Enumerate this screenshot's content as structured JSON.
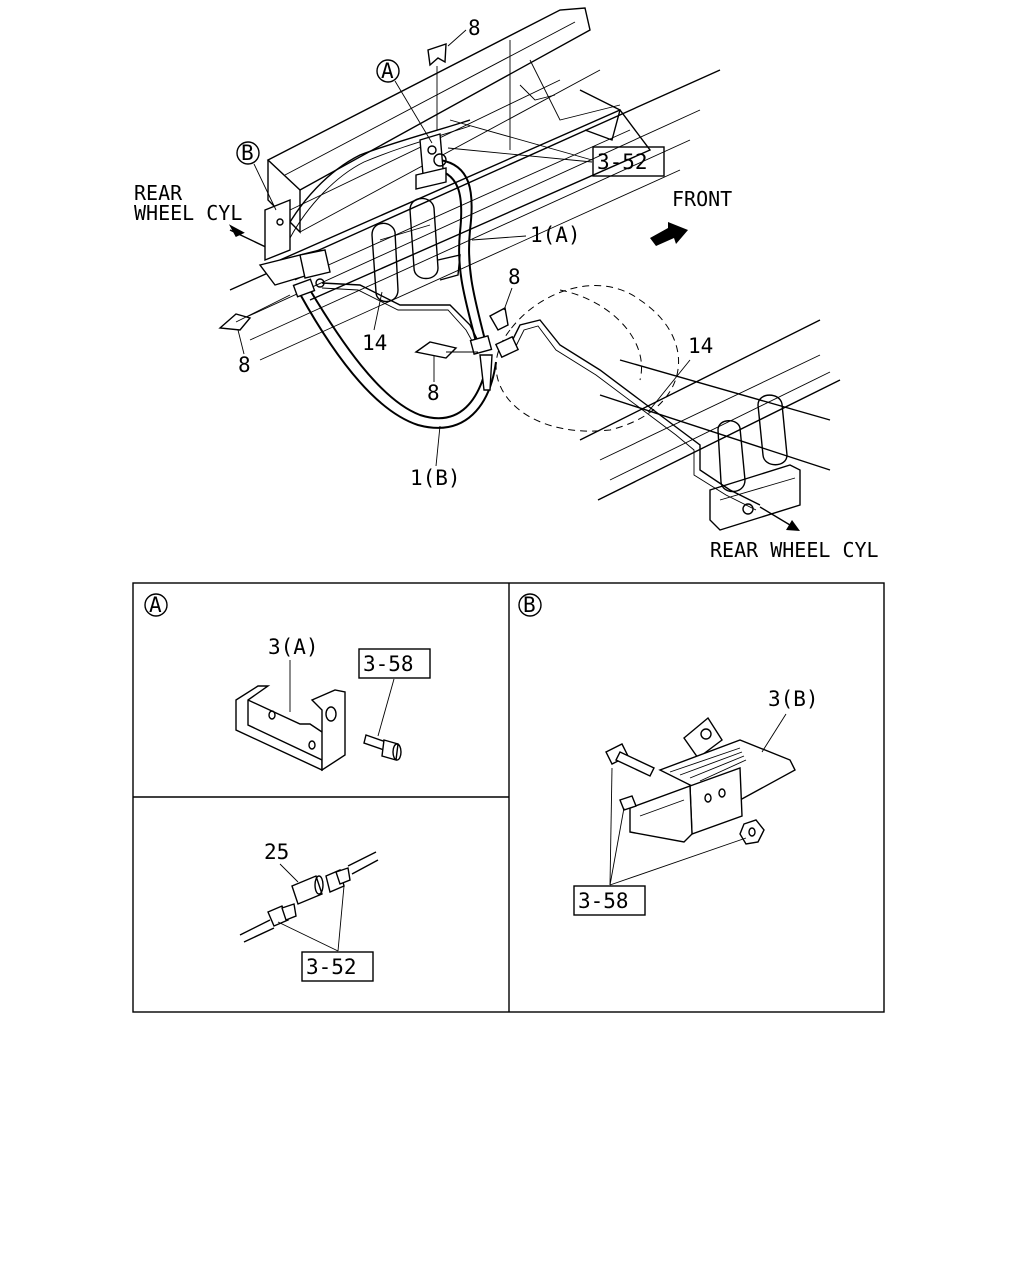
{
  "main_diagram": {
    "callout_A": "A",
    "callout_B": "B",
    "label_rear_wheel_cyl_left_1": "REAR",
    "label_rear_wheel_cyl_left_2": "WHEEL CYL",
    "label_rear_wheel_cyl_right": "REAR WHEEL CYL",
    "label_front": "FRONT",
    "ref_top_boxed": "3-52",
    "part_8_top": "8",
    "part_8_left": "8",
    "part_8_center": "8",
    "part_8_right": "8",
    "part_1A": "1(A)",
    "part_1B": "1(B)",
    "part_14_left": "14",
    "part_14_right": "14"
  },
  "detail_panels": {
    "panel_A_marker": "A",
    "panel_B_marker": "B",
    "panel_A_part": "3(A)",
    "panel_A_ref": "3-58",
    "panel_A2_part": "25",
    "panel_A2_ref": "3-52",
    "panel_B_part": "3(B)",
    "panel_B_ref": "3-58"
  }
}
